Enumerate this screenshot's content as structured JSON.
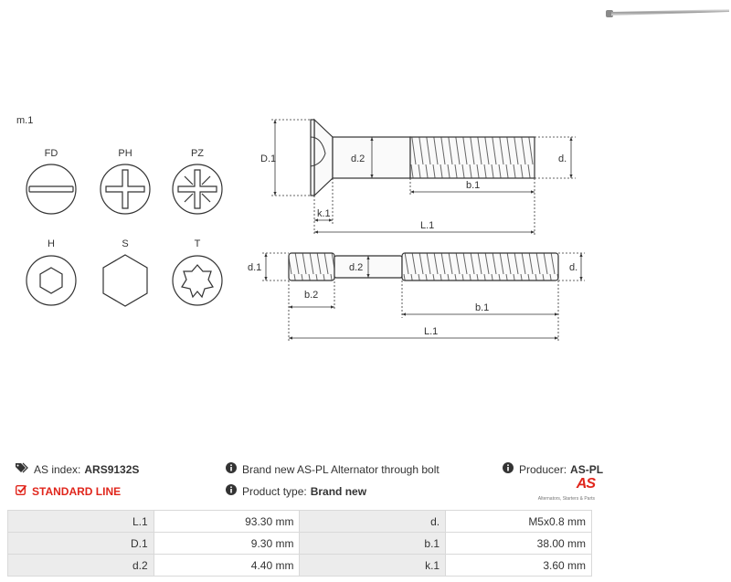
{
  "diagram": {
    "head_types_label": "m.1",
    "head_types": [
      {
        "code": "FD",
        "icon": "slotted-head-icon"
      },
      {
        "code": "PH",
        "icon": "phillips-head-icon"
      },
      {
        "code": "PZ",
        "icon": "pozidriv-head-icon"
      },
      {
        "code": "H",
        "icon": "hex-socket-head-icon"
      },
      {
        "code": "S",
        "icon": "hex-head-icon"
      },
      {
        "code": "T",
        "icon": "torx-head-icon"
      }
    ],
    "screw_labels": {
      "D1": "D.1",
      "d2": "d.2",
      "d": "d.",
      "b1": "b.1",
      "k1": "k.1",
      "L1": "L.1"
    },
    "stud_labels": {
      "d1": "d.1",
      "d2": "d.2",
      "d": "d.",
      "b2": "b.2",
      "b1": "b.1",
      "L1": "L.1"
    }
  },
  "info": {
    "as_index_label": "AS index:",
    "as_index_value": "ARS9132S",
    "line_label": "STANDARD LINE",
    "description": "Brand new AS-PL Alternator through bolt",
    "product_type_label": "Product type:",
    "product_type_value": "Brand new",
    "producer_label": "Producer:",
    "producer_value": "AS-PL",
    "logo_text": "AS",
    "logo_subtext": "Alternators, Starters & Parts"
  },
  "specs": [
    {
      "label1": "L.1",
      "value1": "93.30 mm",
      "label2": "d.",
      "value2": "M5x0.8 mm"
    },
    {
      "label1": "D.1",
      "value1": "9.30 mm",
      "label2": "b.1",
      "value2": "38.00 mm"
    },
    {
      "label1": "d.2",
      "value1": "4.40 mm",
      "label2": "k.1",
      "value2": "3.60 mm"
    }
  ],
  "colors": {
    "accent": "#e0261c",
    "label_bg": "#ececec",
    "border": "#d9d9d9"
  }
}
